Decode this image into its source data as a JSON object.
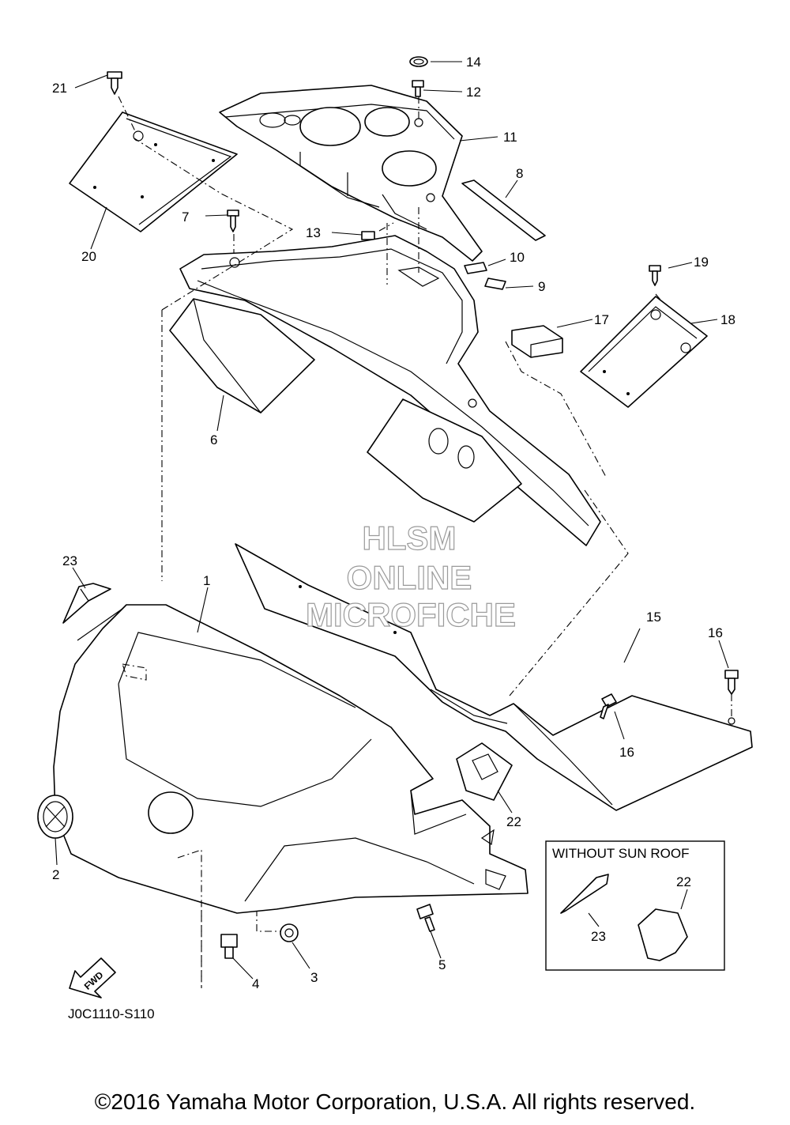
{
  "watermark": {
    "line1": "HLSM",
    "line2": "ONLINE",
    "line3": "MICROFICHE"
  },
  "callouts": {
    "c1": "1",
    "c2": "2",
    "c3": "3",
    "c4": "4",
    "c5": "5",
    "c6": "6",
    "c7": "7",
    "c8": "8",
    "c9": "9",
    "c10": "10",
    "c11": "11",
    "c12": "12",
    "c13": "13",
    "c14": "14",
    "c15": "15",
    "c16a": "16",
    "c16b": "16",
    "c17": "17",
    "c18": "18",
    "c19": "19",
    "c20": "20",
    "c21": "21",
    "c22a": "22",
    "c22b": "22",
    "c23a": "23",
    "c23b": "23"
  },
  "inset": {
    "title": "WITHOUT SUN ROOF"
  },
  "fwd_label": "FWD",
  "diagram_code": "J0C1110-S110",
  "copyright": "©2016 Yamaha Motor Corporation, U.S.A. All rights reserved."
}
